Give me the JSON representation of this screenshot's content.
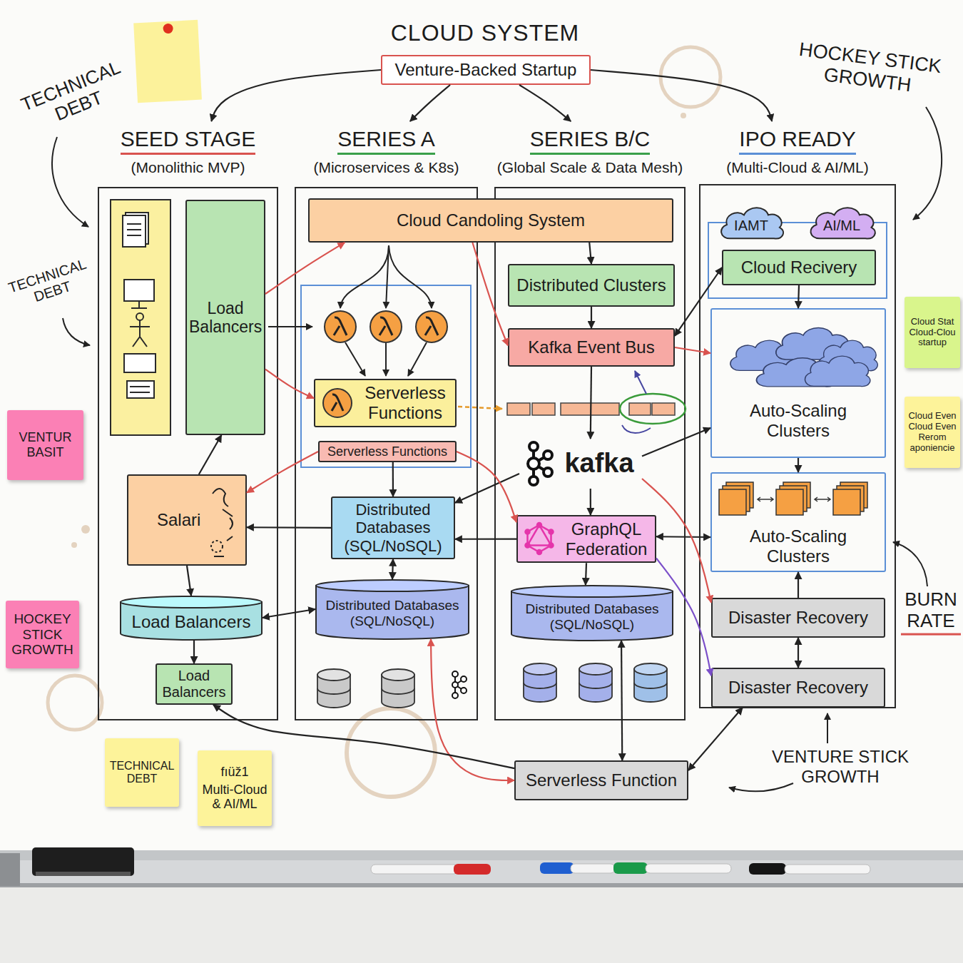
{
  "diagram": {
    "title": "CLOUD SYSTEM",
    "nodes": [
      {
        "text": [
          "Venture-Backed Startup"
        ]
      },
      {
        "text": [
          "SEED STAGE",
          "(Monolithic MVP)"
        ]
      },
      {
        "text": [
          "Load Balancers"
        ],
        "in": 1
      },
      {
        "text": [
          "Salari"
        ],
        "in": 1
      },
      {
        "text": [
          "Load Balancers"
        ],
        "in": 1
      },
      {
        "text": [
          "Load Balancers"
        ],
        "in": 1
      },
      {
        "text": [
          "SERIES A",
          "(Microservices & K8s)"
        ]
      },
      {
        "text": [
          "Cloud Candoling System"
        ]
      },
      {
        "text": [
          "Serverless Functions"
        ],
        "in": 6
      },
      {
        "text": [
          "Serverless Functions"
        ],
        "in": 6
      },
      {
        "text": [
          "Distributed Databases (SQL/NoSQL)"
        ],
        "in": 6
      },
      {
        "text": [
          "Distributed Databases (SQL/NoSQL)"
        ],
        "in": 6
      },
      {
        "text": [
          "SERIES B/C",
          "(Global Scale & Data Mesh)"
        ]
      },
      {
        "text": [
          "Distributed Clusters"
        ],
        "in": 12
      },
      {
        "text": [
          "Kafka Event Bus"
        ],
        "in": 12
      },
      {
        "text": [
          "kafka"
        ],
        "in": 12
      },
      {
        "text": [
          "GraphQL Federation"
        ],
        "in": 12
      },
      {
        "text": [
          "Distributed Databases (SQL/NoSQL)"
        ],
        "in": 12
      },
      {
        "text": [
          "IPO READY",
          "(Multi-Cloud & AI/ML)"
        ]
      },
      {
        "text": [
          "IAMT"
        ],
        "in": 18
      },
      {
        "text": [
          "AI/ML"
        ],
        "in": 18
      },
      {
        "text": [
          "Cloud Recivery"
        ],
        "in": 18
      },
      {
        "text": [
          "Auto-Scaling Clusters"
        ],
        "in": 18
      },
      {
        "text": [
          "Auto-Scaling Clusters"
        ],
        "in": 18
      },
      {
        "text": [
          "Disaster Recovery"
        ],
        "in": 18
      },
      {
        "text": [
          "Disaster Recovery"
        ],
        "in": 18
      },
      {
        "text": [
          "Serverless Function"
        ]
      },
      {
        "text": [
          "VENTUR BASIT"
        ]
      },
      {
        "text": [
          "HOCKEY STICK GROWTH"
        ]
      },
      {
        "text": [
          "TECHNICAL DEBT"
        ]
      },
      {
        "text": [
          "fıüž1",
          "Multi-Cloud & AI/ML"
        ]
      },
      {
        "text": [
          "Cloud Stat Cloud-Clou startup"
        ]
      },
      {
        "text": [
          "Cloud Even Cloud Even Rerom aponiencie"
        ]
      }
    ],
    "edges": [
      {
        "from": 0,
        "to": 1,
        "arrow": "to"
      },
      {
        "from": 0,
        "to": 6,
        "arrow": "to"
      },
      {
        "from": 0,
        "to": 12,
        "arrow": "to"
      },
      {
        "from": 0,
        "to": 18,
        "arrow": "to"
      },
      {
        "from": 3,
        "to": 2,
        "arrow": "to"
      },
      {
        "from": 3,
        "to": 4,
        "arrow": "to"
      },
      {
        "from": 4,
        "to": 5,
        "arrow": "to"
      },
      {
        "from": 2,
        "to": 7,
        "arrow": "to"
      },
      {
        "from": 2,
        "to": 8,
        "arrow": "to"
      },
      {
        "from": 10,
        "to": 3,
        "arrow": "to"
      },
      {
        "from": 9,
        "to": 3,
        "arrow": "to"
      },
      {
        "from": 9,
        "to": 10,
        "arrow": "to"
      },
      {
        "from": 10,
        "to": 11,
        "arrow": "both"
      },
      {
        "from": 4,
        "to": 11,
        "arrow": "both"
      },
      {
        "from": 7,
        "to": 13,
        "arrow": "to"
      },
      {
        "from": 7,
        "to": 14,
        "arrow": "to"
      },
      {
        "from": 13,
        "to": 14,
        "arrow": "to"
      },
      {
        "from": 14,
        "to": 15,
        "arrow": "to"
      },
      {
        "from": 15,
        "to": 16,
        "arrow": "to"
      },
      {
        "from": 16,
        "to": 10,
        "arrow": "to"
      },
      {
        "from": 15,
        "to": 10,
        "arrow": "to"
      },
      {
        "from": 9,
        "to": 16,
        "arrow": "to"
      },
      {
        "from": 16,
        "to": 17,
        "arrow": "to"
      },
      {
        "from": 16,
        "to": 23,
        "arrow": "both"
      },
      {
        "from": 14,
        "to": 22,
        "arrow": "to"
      },
      {
        "from": 15,
        "to": 22,
        "arrow": "to"
      },
      {
        "from": 21,
        "to": 14,
        "arrow": "both"
      },
      {
        "from": 21,
        "to": 22,
        "arrow": "to"
      },
      {
        "from": 22,
        "to": 23,
        "arrow": "to"
      },
      {
        "from": 24,
        "to": 23,
        "arrow": "to"
      },
      {
        "from": 24,
        "to": 25,
        "arrow": "both"
      },
      {
        "from": 15,
        "to": 24,
        "arrow": "to"
      },
      {
        "from": 16,
        "to": 25,
        "arrow": "to"
      },
      {
        "from": 26,
        "to": 17,
        "arrow": "both"
      },
      {
        "from": 26,
        "to": 25,
        "arrow": "both"
      },
      {
        "from": 11,
        "to": 26,
        "arrow": "both"
      },
      {
        "from": 26,
        "to": 5,
        "arrow": "to"
      }
    ],
    "labels": [
      "TECHNICAL DEBT",
      "TECHNICAL DEBT",
      "HOCKEY STICK GROWTH",
      "BURN RATE",
      "VENTURE STICK GROWTH"
    ]
  }
}
